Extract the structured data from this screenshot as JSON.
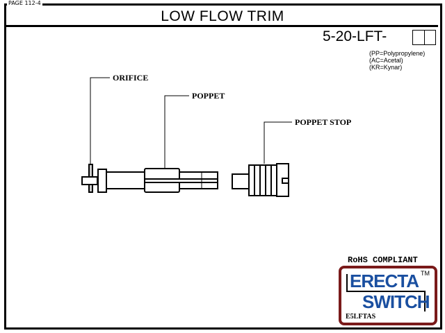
{
  "page_label": "PAGE 112-4",
  "title": "LOW FLOW TRIM",
  "part_number": "5-20-LFT-",
  "materials": [
    "(PP=Polypropylene)",
    "(AC=Acetal)",
    "(KR=Kynar)"
  ],
  "callouts": {
    "orifice": "ORIFICE",
    "poppet": "POPPET",
    "poppet_stop": "POPPET STOP"
  },
  "rohs": "RoHS COMPLIANT",
  "logo": {
    "line1": "ERECTA",
    "line2": "SWITCH",
    "tm": "TM",
    "code": "E5LFTAS",
    "border_color": "#7a1a1a",
    "text_color": "#1a4fa0"
  }
}
